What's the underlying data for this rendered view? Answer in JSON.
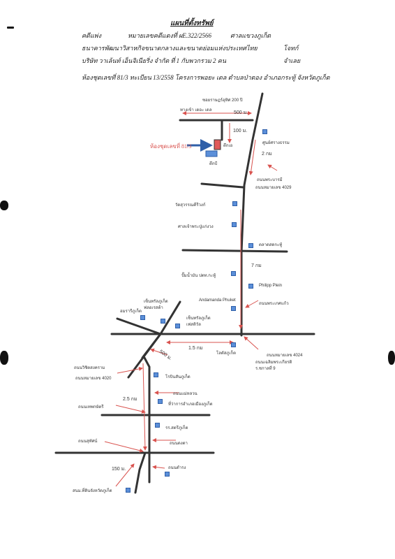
{
  "header": {
    "title": "แผนที่ตั้งทรัพย์",
    "case_label": "คดีแพ่ง",
    "case_number": "หมายเลขคดีแดงที่  ผE.322/2566",
    "court": "ศาลแขวงภูเก็ต",
    "plaintiff": "ธนาคารพัฒนาวิสาหกิจขนาดกลางและขนาดย่อมแห่งประเทศไทย",
    "plaintiff_role": "โจทก์",
    "defendant": "บริษัท วาเล้นท์ เอ็นจิเนียริ่ง จำกัด ที่  1  กับพวกรวม  2  คน",
    "defendant_role": "จำเลย",
    "address": "ห้องชุดเลขที่  81/3  ทะเบียน  13/2558  โครงการพอยะ เดล  ตำบลป่าตอง  อำเภอกระทู้  จังหวัดภูเก็ต"
  },
  "map": {
    "labels": {
      "soi_200": "ซอยราษฎร์อุทิศ 200 ปี",
      "entrance": "ทางเข้า เดอะ เดล",
      "d500": "500 ม.",
      "d100": "100 ม.",
      "community_center": "ศูนย์ศรางธรรม",
      "d2km": "2 กม",
      "unit_81_3": "ห้องชุดเลขที่  81/3",
      "bldg_el": "ตึกเอ",
      "bldg_b": "ตึกบี",
      "phrabarami_rd": "ถนนพระบารมี",
      "hwy_4029": "ถนนหมายเลข 4029",
      "wat_suwan": "วัดสุวรรณคีรีวงก์",
      "shrine": "ศาลเจ้าพระปู่แก่งวง",
      "market": "ตลาดสดกะทู้",
      "d7km": "7 กม",
      "ptt": "ปั๊มน้ำมัน ปตท.กะทู้",
      "philipp_plein": "Philipp Plein",
      "andamanda": "Andamanda Phuket",
      "phrabaramee_rd2": "ถนนพระเกศแก้ว",
      "central_floresta": "เซ็นทรัลภูเก็ต ฟลอเรสต้า",
      "amarin_thai": "อมรารีภูเก็ต",
      "central_festival": "เซ็นทรัลภูเก็ต เฟสติวัล",
      "d1_5km": "1.5 กม",
      "lotus": "โลตัสภูเก็ต",
      "hwy_4024": "ถนนหมายเลข 4024",
      "chalermprakiat": "ถนนเฉลิมพระเกียรติ",
      "rama9": "ร.ชกาลที่  9",
      "d500b": "500 ม.",
      "wichit_rd": "ถนนวิชิตสงคราม",
      "hwy_4020": "ถนนหมายเลข 4020",
      "robinson": "โรบินสันภูเก็ต",
      "mae_luan": "ถนนแม่หลวน",
      "d2_5km": "2.5 กม",
      "thepkasattri": "ถนนเทพกษัตรี",
      "district_office": "ที่ว่าการอำเภอเมืองภูเก็ต",
      "satree_school": "รร.สตรีภูเก็ต",
      "sutthat": "ถนนสุทัศน์",
      "dongtak_rd": "ถนนดงตา",
      "d150": "150 ม.",
      "damrong": "ถนนดำรง",
      "stadium": "สนม.ที่ดินจังหวัดภูเก็ต"
    }
  }
}
